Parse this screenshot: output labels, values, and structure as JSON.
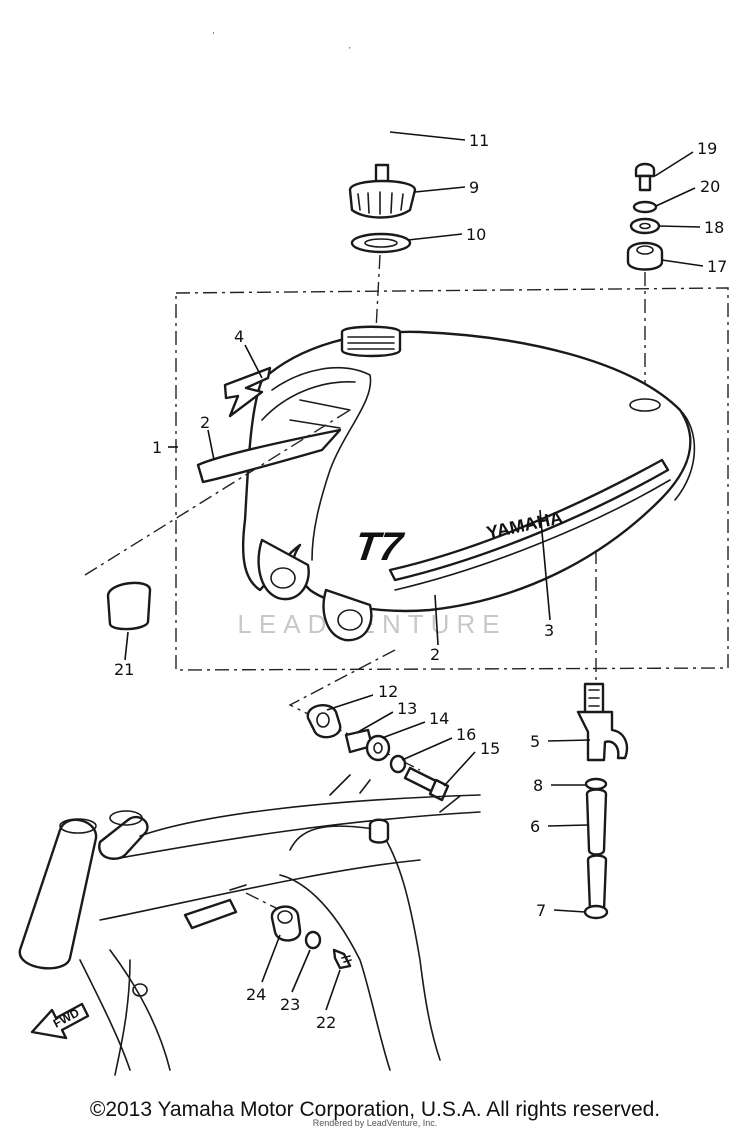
{
  "diagram": {
    "callouts": [
      "11",
      "9",
      "10",
      "19",
      "20",
      "18",
      "17",
      "4",
      "1",
      "2",
      "21",
      "3",
      "2",
      "12",
      "13",
      "14",
      "16",
      "15",
      "5",
      "8",
      "6",
      "7",
      "24",
      "23",
      "22"
    ],
    "tank_badge_model": "T7",
    "tank_badge_brand": "YAMAHA",
    "watermark": "LEADVENTURE",
    "fwd_label": "FWD"
  },
  "footer": {
    "copyright": "©2013 Yamaha Motor Corporation, U.S.A. All rights reserved.",
    "rendered": "Rendered by LeadVenture, Inc."
  }
}
